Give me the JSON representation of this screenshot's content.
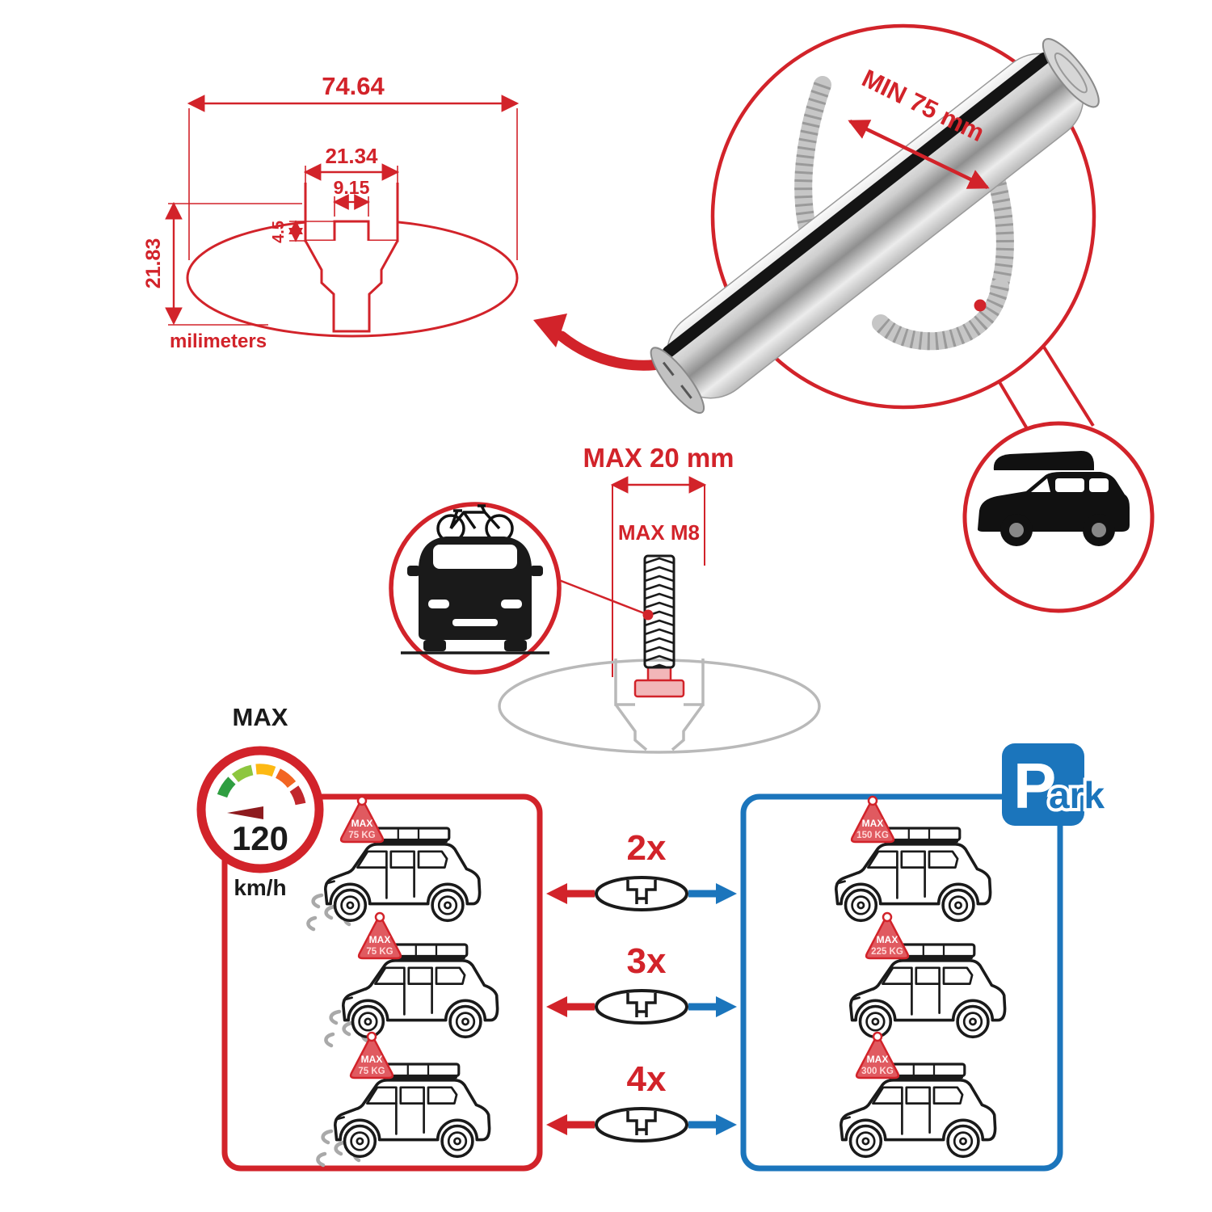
{
  "profile": {
    "dim_total_width": "74.64",
    "dim_opening_width": "21.34",
    "dim_slot_width": "9.15",
    "dim_slot_depth": "4.5",
    "dim_total_height": "21.83",
    "unit_label": "milimeters"
  },
  "bar": {
    "min_span_label": "MIN 75 mm"
  },
  "bolt": {
    "max_size_label": "MAX 20 mm",
    "max_thread_label": "MAX M8"
  },
  "speed": {
    "max_label": "MAX",
    "value": "120",
    "unit": "km/h"
  },
  "parking": {
    "p": "P",
    "ark": "ark"
  },
  "rows": [
    {
      "multiplier": "2x",
      "left_badge": {
        "max": "MAX",
        "value": "75 KG"
      },
      "right_badge": {
        "max": "MAX",
        "value": "150 KG"
      }
    },
    {
      "multiplier": "3x",
      "left_badge": {
        "max": "MAX",
        "value": "75 KG"
      },
      "right_badge": {
        "max": "MAX",
        "value": "225 KG"
      }
    },
    {
      "multiplier": "4x",
      "left_badge": {
        "max": "MAX",
        "value": "75 KG"
      },
      "right_badge": {
        "max": "MAX",
        "value": "300 KG"
      }
    }
  ],
  "colors": {
    "red": "#d2232a",
    "blue": "#1b75bc",
    "gray": "#b9b9b9",
    "black": "#1a1a1a"
  }
}
